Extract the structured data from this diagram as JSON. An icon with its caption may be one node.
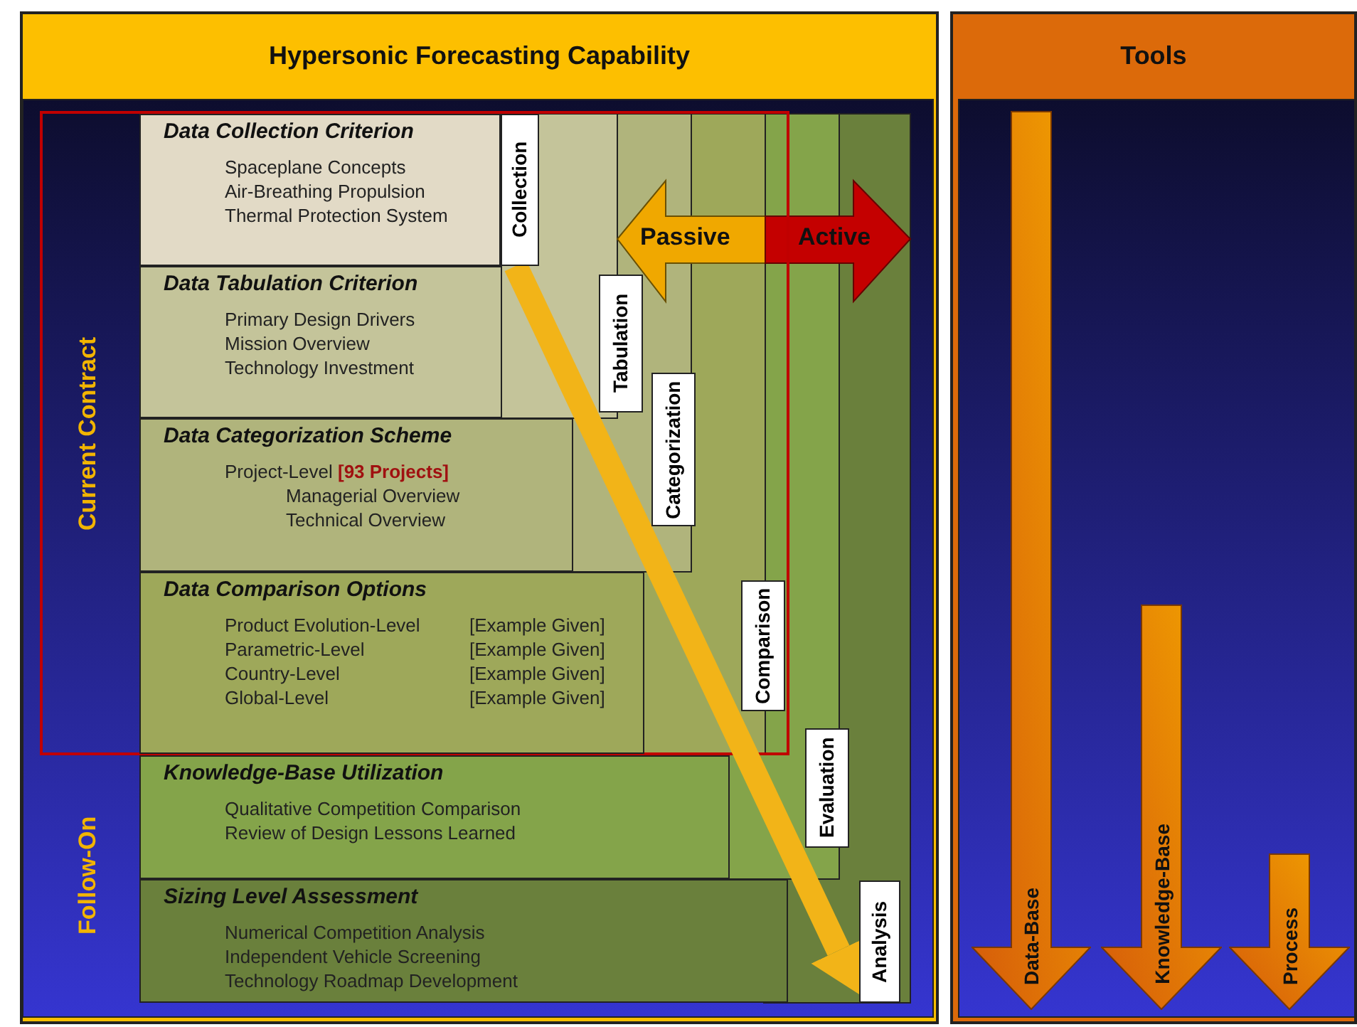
{
  "diagram": {
    "nodes": [
      {
        "text": [
          "Hypersonic Forecasting Capability"
        ]
      },
      {
        "text": [
          "Current Contract"
        ],
        "in": 0
      },
      {
        "text": [
          "Data Collection Criterion",
          "Spaceplane Concepts",
          "Air-Breathing Propulsion",
          "Thermal Protection System"
        ],
        "in": 1
      },
      {
        "text": [
          "Collection"
        ],
        "in": 1
      },
      {
        "text": [
          "Data Tabulation Criterion",
          "Primary Design Drivers",
          "Mission Overview",
          "Technology Investment"
        ],
        "in": 1
      },
      {
        "text": [
          "Tabulation"
        ],
        "in": 1
      },
      {
        "text": [
          "Data Categorization Scheme",
          "Project-Level **[93 Projects]**",
          "Managerial Overview",
          "Technical Overview"
        ],
        "in": 1
      },
      {
        "text": [
          "Categorization"
        ],
        "in": 1
      },
      {
        "text": [
          "Data Comparison Options",
          "Product Evolution-Level",
          "[Example Given]",
          "Parametric-Level",
          "[Example Given]",
          "Country-Level",
          "[Example Given]",
          "Global-Level",
          "[Example Given]"
        ],
        "in": 1
      },
      {
        "text": [
          "Comparison"
        ],
        "in": 1
      },
      {
        "text": [
          "Knowledge-Base Utilization",
          "Qualitative Competition Comparison",
          "Review of Design Lessons Learned"
        ],
        "in": 0
      },
      {
        "text": [
          "Evaluation"
        ],
        "in": 0
      },
      {
        "text": [
          "Sizing Level Assessment",
          "Numerical Competition Analysis",
          "Independent Vehicle Screening",
          "Technology Roadmap Development"
        ],
        "in": 0
      },
      {
        "text": [
          "Analysis"
        ],
        "in": 0
      },
      {
        "text": [
          "Tools"
        ]
      },
      {
        "text": [
          "Data-Base"
        ],
        "in": 14
      },
      {
        "text": [
          "Knowledge-Base"
        ],
        "in": 14
      },
      {
        "text": [
          "Process"
        ],
        "in": 14
      }
    ],
    "edges": [
      {
        "from": 3,
        "to": 13,
        "arrow": "to"
      }
    ],
    "labels": [
      "Follow-On",
      "Passive",
      "Active"
    ]
  }
}
